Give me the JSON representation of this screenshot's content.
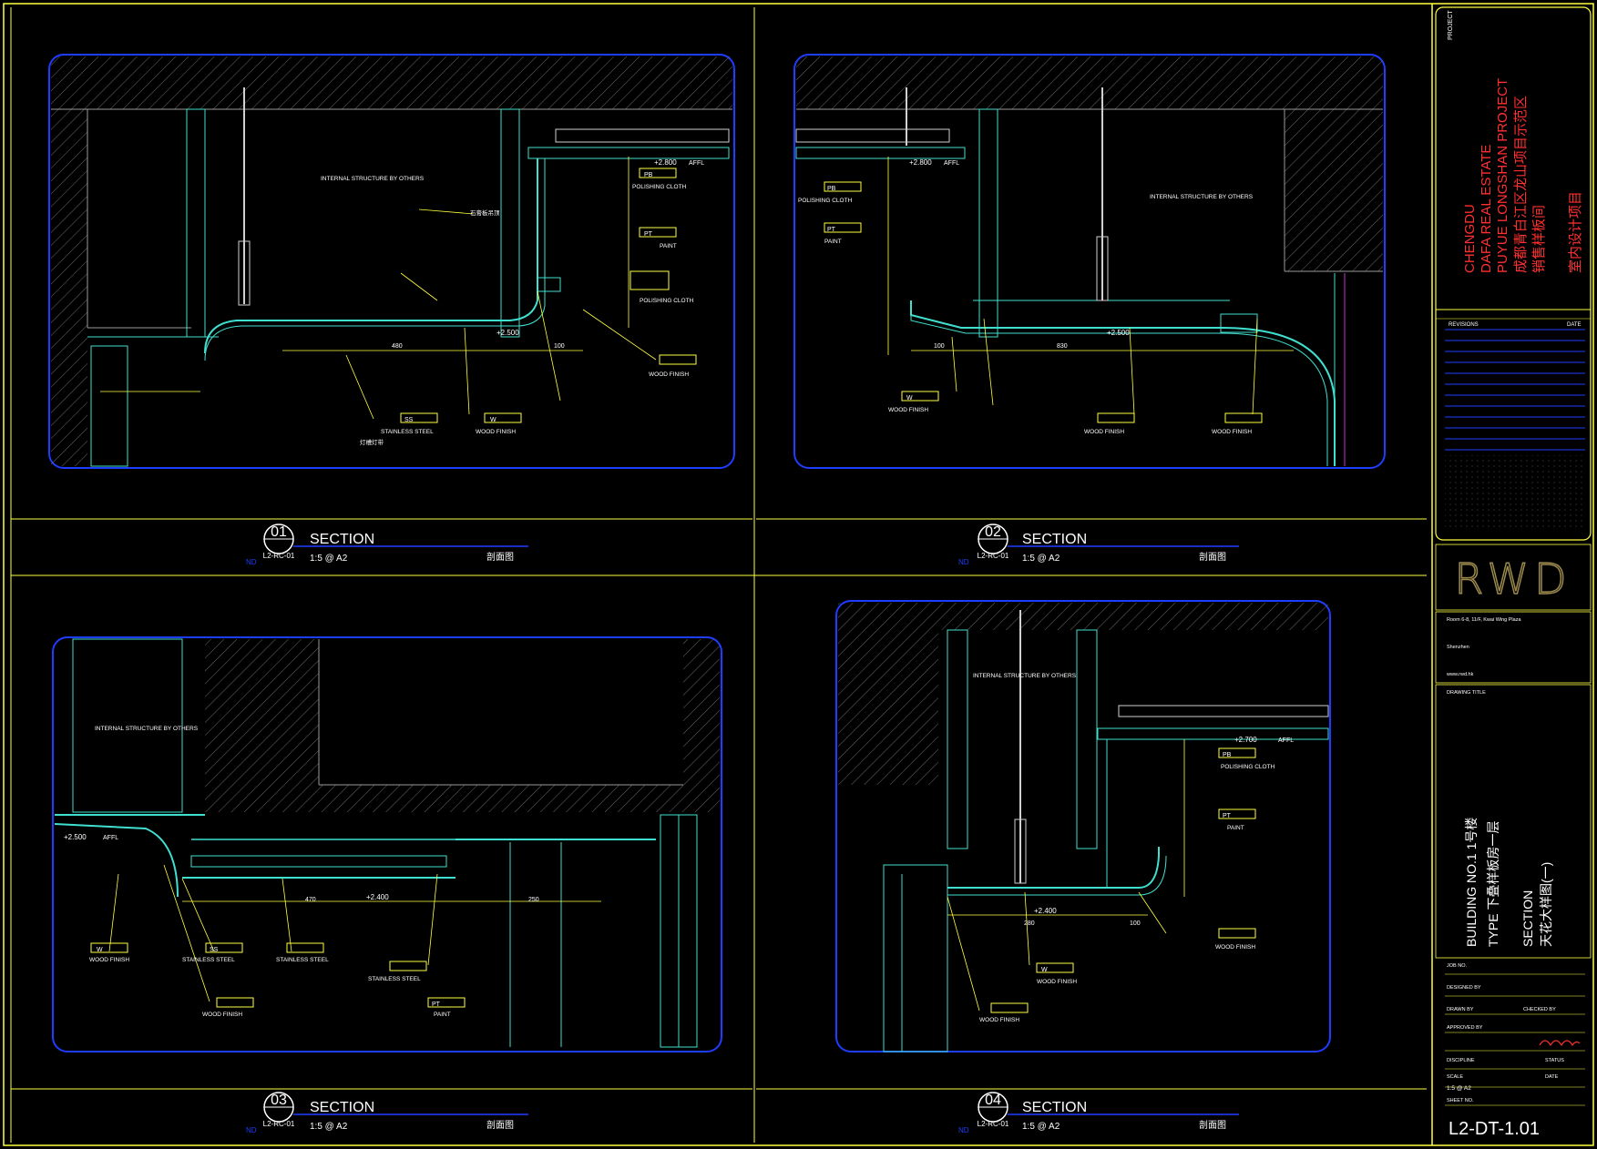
{
  "colors": {
    "background": "#000000",
    "frame": "#ffff40",
    "detail_border": "#1f3dff",
    "structure": "#40e0d0",
    "annotation": "#ffff40",
    "title_red": "#ff3030"
  },
  "panels": [
    {
      "number": "01",
      "title": "SECTION",
      "ref": "L2-RC-01",
      "scale": "1:5 @ A2",
      "cn": "剖面图",
      "nd": "ND",
      "labels": [
        {
          "text": "INTERNAL STRUCTURE BY OTHERS"
        },
        {
          "text": "石膏板吊顶"
        },
        {
          "text": "+2.800"
        },
        {
          "text": "AFFL"
        },
        {
          "text": "PB"
        },
        {
          "text": "POLISHING CLOTH"
        },
        {
          "text": "PT"
        },
        {
          "text": "PAINT"
        },
        {
          "text": "POLISHING CLOTH"
        },
        {
          "text": "+2.500"
        },
        {
          "text": "480"
        },
        {
          "text": "100"
        },
        {
          "text": "SS"
        },
        {
          "text": "STAINLESS STEEL"
        },
        {
          "text": "W"
        },
        {
          "text": "WOOD FINISH"
        },
        {
          "text": "WOOD FINISH"
        },
        {
          "text": "灯槽灯带"
        }
      ]
    },
    {
      "number": "02",
      "title": "SECTION",
      "ref": "L2-RC-01",
      "scale": "1:5 @ A2",
      "cn": "剖面图",
      "nd": "ND",
      "labels": [
        {
          "text": "+2.800"
        },
        {
          "text": "AFFL"
        },
        {
          "text": "PB"
        },
        {
          "text": "POLISHING CLOTH"
        },
        {
          "text": "PT"
        },
        {
          "text": "PAINT"
        },
        {
          "text": "INTERNAL STRUCTURE BY OTHERS"
        },
        {
          "text": "+2.500"
        },
        {
          "text": "830"
        },
        {
          "text": "100"
        },
        {
          "text": "W"
        },
        {
          "text": "WOOD FINISH"
        },
        {
          "text": "WOOD FINISH"
        },
        {
          "text": "WOOD FINISH"
        }
      ]
    },
    {
      "number": "03",
      "title": "SECTION",
      "ref": "L2-RC-01",
      "scale": "1:5 @ A2",
      "cn": "剖面图",
      "nd": "ND",
      "labels": [
        {
          "text": "INTERNAL STRUCTURE BY OTHERS"
        },
        {
          "text": "+2.500"
        },
        {
          "text": "AFFL"
        },
        {
          "text": "+2.400"
        },
        {
          "text": "470"
        },
        {
          "text": "250"
        },
        {
          "text": "W"
        },
        {
          "text": "WOOD FINISH"
        },
        {
          "text": "SS"
        },
        {
          "text": "STAINLESS STEEL"
        },
        {
          "text": "STAINLESS STEEL"
        },
        {
          "text": "STAINLESS STEEL"
        },
        {
          "text": "WOOD FINISH"
        },
        {
          "text": "PT"
        },
        {
          "text": "PAINT"
        }
      ]
    },
    {
      "number": "04",
      "title": "SECTION",
      "ref": "L2-RC-01",
      "scale": "1:5 @ A2",
      "cn": "剖面图",
      "nd": "ND",
      "labels": [
        {
          "text": "INTERNAL STRUCTURE BY OTHERS"
        },
        {
          "text": "+2.700"
        },
        {
          "text": "AFFL"
        },
        {
          "text": "PB"
        },
        {
          "text": "POLISHING CLOTH"
        },
        {
          "text": "PT"
        },
        {
          "text": "PAINT"
        },
        {
          "text": "+2.400"
        },
        {
          "text": "280"
        },
        {
          "text": "100"
        },
        {
          "text": "W"
        },
        {
          "text": "WOOD FINISH"
        },
        {
          "text": "WOOD FINISH"
        },
        {
          "text": "WOOD FINISH"
        }
      ]
    }
  ],
  "title_block": {
    "project_label": "PROJECT",
    "client_en": "CHENGDU",
    "client_en2": "DAFA REAL ESTATE",
    "project_en": "PUYUE LONGSHAN PROJECT",
    "project_cn": "成都青白江区龙山项目示范区",
    "project_cn2": "销售样板间",
    "project_cn3": "室内设计项目",
    "revisions_label": "REVISIONS",
    "date_label": "DATE",
    "logo": "RWD",
    "address1": "Room 6-8, 11/F, Kwai Wing Plaza",
    "address2": "Shenzhen",
    "website": "www.rwd.hk",
    "drawing_title_label": "DRAWING TITLE",
    "building": "BUILDING NO.1 1号楼",
    "type": "TYPE 下叠样板房一层",
    "section": "SECTION",
    "section_cn": "天花大样图(一)",
    "job_no_label": "JOB NO.",
    "designed_by_label": "DESIGNED BY",
    "drawn_by_label": "DRAWN BY",
    "checked_by_label": "CHECKED BY",
    "approved_by_label": "APPROVED BY",
    "discipline_label": "DISCIPLINE",
    "status_label": "STATUS",
    "scale_label": "SCALE",
    "date_label2": "DATE",
    "scale_value": "1:5 @ A2",
    "sheet_no_label": "SHEET NO.",
    "sheet_no": "L2-DT-1.01"
  }
}
